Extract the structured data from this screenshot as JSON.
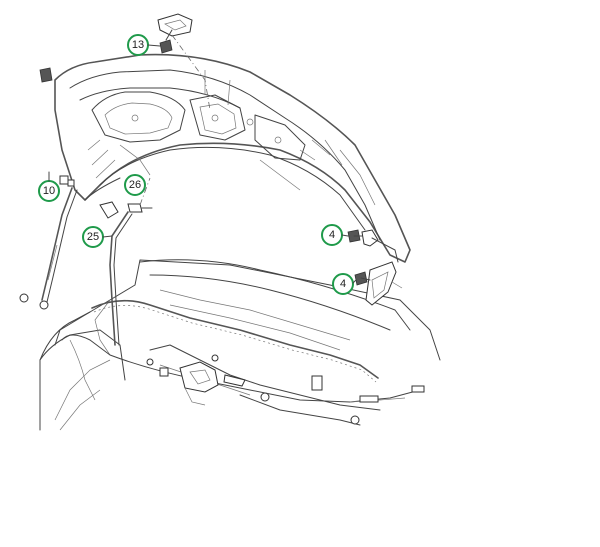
{
  "diagram": {
    "callouts": [
      {
        "id": "c13",
        "label": "13"
      },
      {
        "id": "c10",
        "label": "10"
      },
      {
        "id": "c26",
        "label": "26"
      },
      {
        "id": "c25",
        "label": "25"
      },
      {
        "id": "c4a",
        "label": "4"
      },
      {
        "id": "c4b",
        "label": "4"
      }
    ],
    "colors": {
      "callout_ring": "#1f9a4a",
      "line": "#444444",
      "background": "#ffffff"
    }
  }
}
